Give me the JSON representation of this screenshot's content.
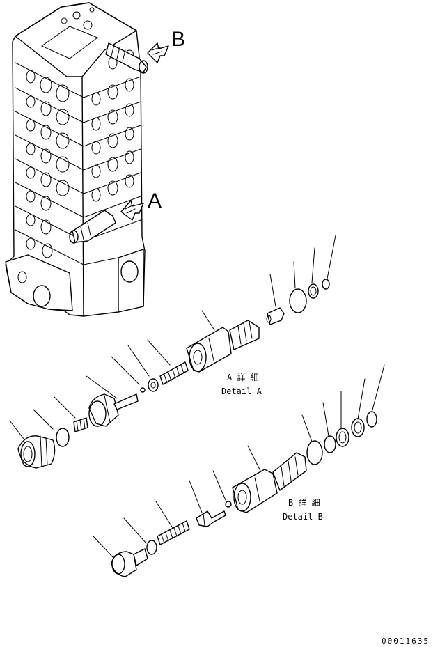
{
  "callouts": {
    "a": "A",
    "b": "B"
  },
  "details": {
    "a_jp": "A 詳 細",
    "a_en": "Detail A",
    "b_jp": "B 詳 細",
    "b_en": "Detail B"
  },
  "drawing_code": "00011635"
}
